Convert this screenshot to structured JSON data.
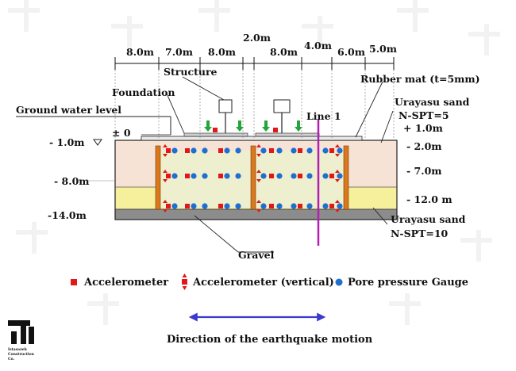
{
  "dimensions": [
    "8.0m",
    "7.0m",
    "8.0m",
    "2.0m",
    "8.0m",
    "4.0m",
    "6.0m",
    "5.0m"
  ],
  "labels": {
    "structure": "Structure",
    "foundation": "Foundation",
    "rubber_mat": "Rubber mat (t=5mm)",
    "ground_water_level": "Ground water level",
    "plus_zero": "± 0",
    "line1": "Line 1",
    "urayasu_top_name": "Urayasu sand",
    "urayasu_top_nspt": "N-SPT=5",
    "urayasu_bottom_name": "Urayasu sand",
    "urayasu_bottom_nspt": "N-SPT=10",
    "gravel": "Gravel"
  },
  "levels_left": [
    "- 1.0m",
    "- 8.0m",
    "-14.0m"
  ],
  "levels_right": [
    "+ 1.0m",
    "- 2.0m",
    "- 7.0m",
    "- 12.0 m"
  ],
  "legend": {
    "accelerometer": "Accelerometer",
    "accelerometer_vertical": "Accelerometer (vertical)",
    "pore_pressure": "Pore pressure Gauge"
  },
  "direction_label": "Direction of the earthquake motion",
  "logo_text": "Istasazeh Construction Co.",
  "colors": {
    "upper_soil": "#f7e3d6",
    "middle_soil": "#eeefcf",
    "lower_soil": "#f6ef9c",
    "gravel": "#8c8c8c",
    "wall": "#d9781e",
    "accelerometer": "#e01818",
    "pore_gauge": "#1f6fd1",
    "line1": "#b21fb2",
    "arrow": "#3a3ad0",
    "green_arrow": "#22a53a"
  }
}
